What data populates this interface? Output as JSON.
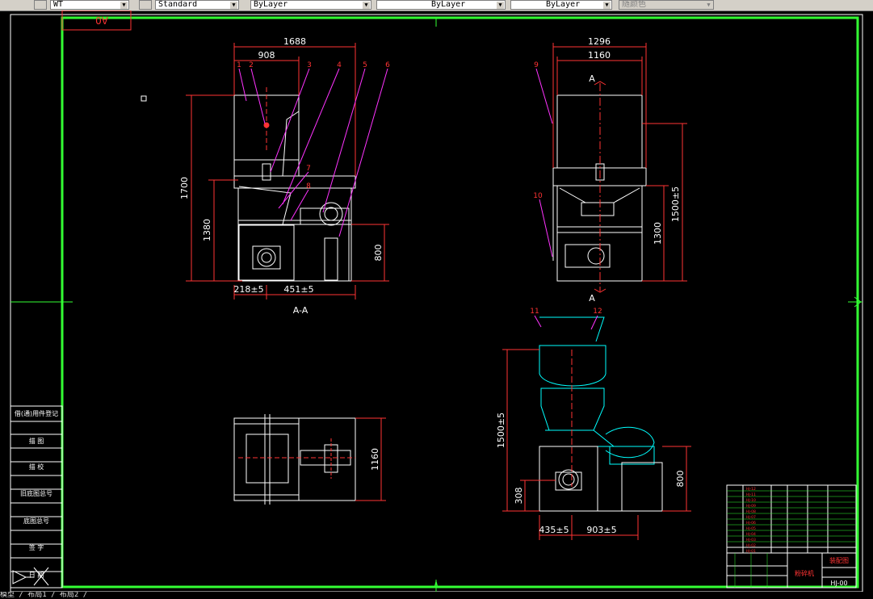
{
  "toolbar": {
    "linetype_value": "WT",
    "textstyle_value": "Standard",
    "layer_color_value": "ByLayer",
    "linetype_layer_value": "ByLayer",
    "lineweight_value": "ByLayer",
    "plotstyle_value": "随颜色"
  },
  "drawing": {
    "stamp": "A0",
    "section_label_1": "A-A",
    "section_marker_a_top": "A",
    "section_marker_a_bottom": "A",
    "front_view": {
      "dims": [
        "1688",
        "908",
        "1700",
        "1380",
        "800",
        "218±5",
        "451±5"
      ],
      "balloons": [
        "1",
        "2",
        "3",
        "4",
        "5",
        "6",
        "7",
        "8"
      ]
    },
    "side_view": {
      "dims": [
        "1296",
        "1160",
        "1500±5",
        "1300"
      ],
      "balloons": [
        "9",
        "10"
      ]
    },
    "top_view": {
      "dims": [
        "1160"
      ]
    },
    "detail_view": {
      "dims": [
        "1500±5",
        "800",
        "308",
        "435±5",
        "903±5"
      ],
      "balloons": [
        "11",
        "12"
      ]
    },
    "left_panel": [
      "借(通)用件登记",
      "描 图",
      "描 校",
      "旧底图总号",
      "底图总号",
      "签 字",
      "日 期"
    ],
    "title_block": {
      "title": "粉碎机",
      "drawing_no": "HJ-00",
      "sub_title": "装配图",
      "rows": [
        "HJ-12",
        "HJ-11",
        "HJ-10",
        "HJ-09",
        "HJ-08",
        "HJ-07",
        "HJ-06",
        "HJ-05",
        "HJ-04",
        "HJ-03",
        "HJ-02",
        "HJ-01"
      ]
    }
  },
  "status_bar": {
    "text": "模型 / 布局1 / 布局2 /"
  }
}
